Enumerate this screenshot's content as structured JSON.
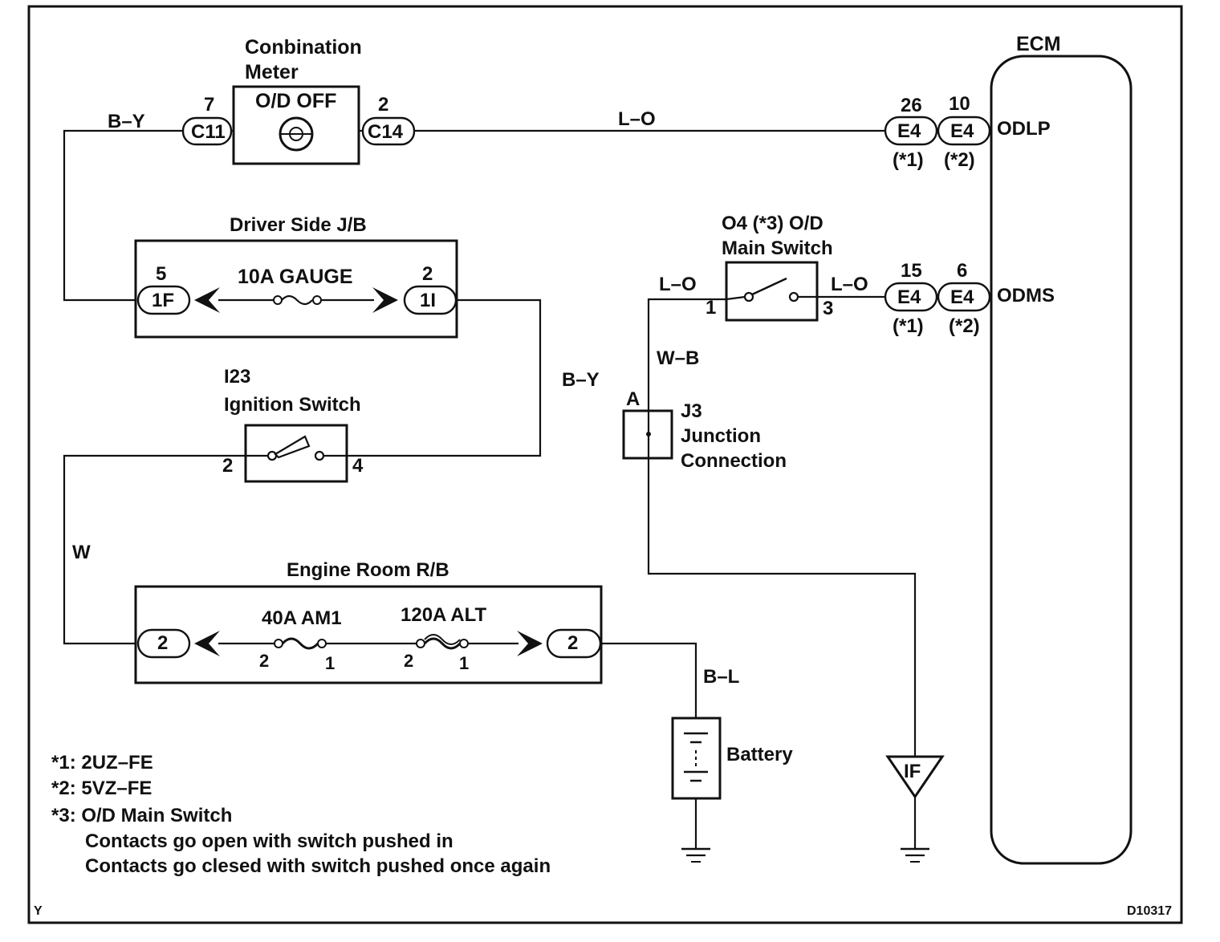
{
  "components": {
    "combination_meter": {
      "title1": "Conbination",
      "title2": "Meter",
      "indicator": "O/D OFF"
    },
    "driver_jb": {
      "title": "Driver Side J/B",
      "fuse": "10A GAUGE"
    },
    "ignition_switch": {
      "code": "I23",
      "title": "Ignition Switch"
    },
    "engine_room_rb": {
      "title": "Engine Room R/B",
      "fuse1": "40A AM1",
      "fuse2": "120A ALT"
    },
    "od_main_switch": {
      "title1": "O4 (*3) O/D",
      "title2": "Main Switch"
    },
    "junction": {
      "letter": "A",
      "code": "J3",
      "title1": "Junction",
      "title2": "Connection"
    },
    "ecm": {
      "title": "ECM",
      "pin_odlp": "ODLP",
      "pin_odms": "ODMS"
    },
    "battery": {
      "title": "Battery"
    },
    "ground": {
      "label": "IF"
    }
  },
  "connectors": {
    "c11": {
      "name": "C11",
      "pin": "7"
    },
    "c14": {
      "name": "C14",
      "pin": "2"
    },
    "jb_1f": {
      "name": "1F",
      "pin": "5"
    },
    "jb_1i": {
      "name": "1I",
      "pin": "2"
    },
    "er_left": {
      "name": "2"
    },
    "er_right": {
      "name": "2"
    },
    "e4_odlp_1": {
      "name": "E4",
      "pin": "26",
      "variant": "(*1)"
    },
    "e4_odlp_2": {
      "name": "E4",
      "pin": "10",
      "variant": "(*2)"
    },
    "e4_odms_1": {
      "name": "E4",
      "pin": "15",
      "variant": "(*1)"
    },
    "e4_odms_2": {
      "name": "E4",
      "pin": "6",
      "variant": "(*2)"
    }
  },
  "pins": {
    "ign_left": "2",
    "ign_right": "4",
    "sw_left": "1",
    "sw_right": "3",
    "am1_left": "2",
    "am1_right": "1",
    "alt_left": "2",
    "alt_right": "1"
  },
  "wires": {
    "by_top": "B–Y",
    "lo_top": "L–O",
    "by_mid": "B–Y",
    "lo_left": "L–O",
    "lo_right": "L–O",
    "wb": "W–B",
    "w": "W",
    "bl": "B–L"
  },
  "notes": [
    "*1: 2UZ–FE",
    "*2: 5VZ–FE",
    "*3: O/D Main Switch",
    "Contacts go open with switch pushed in",
    "Contacts go clesed with switch pushed once again"
  ],
  "corner_left": "Y",
  "corner_right": "D10317"
}
